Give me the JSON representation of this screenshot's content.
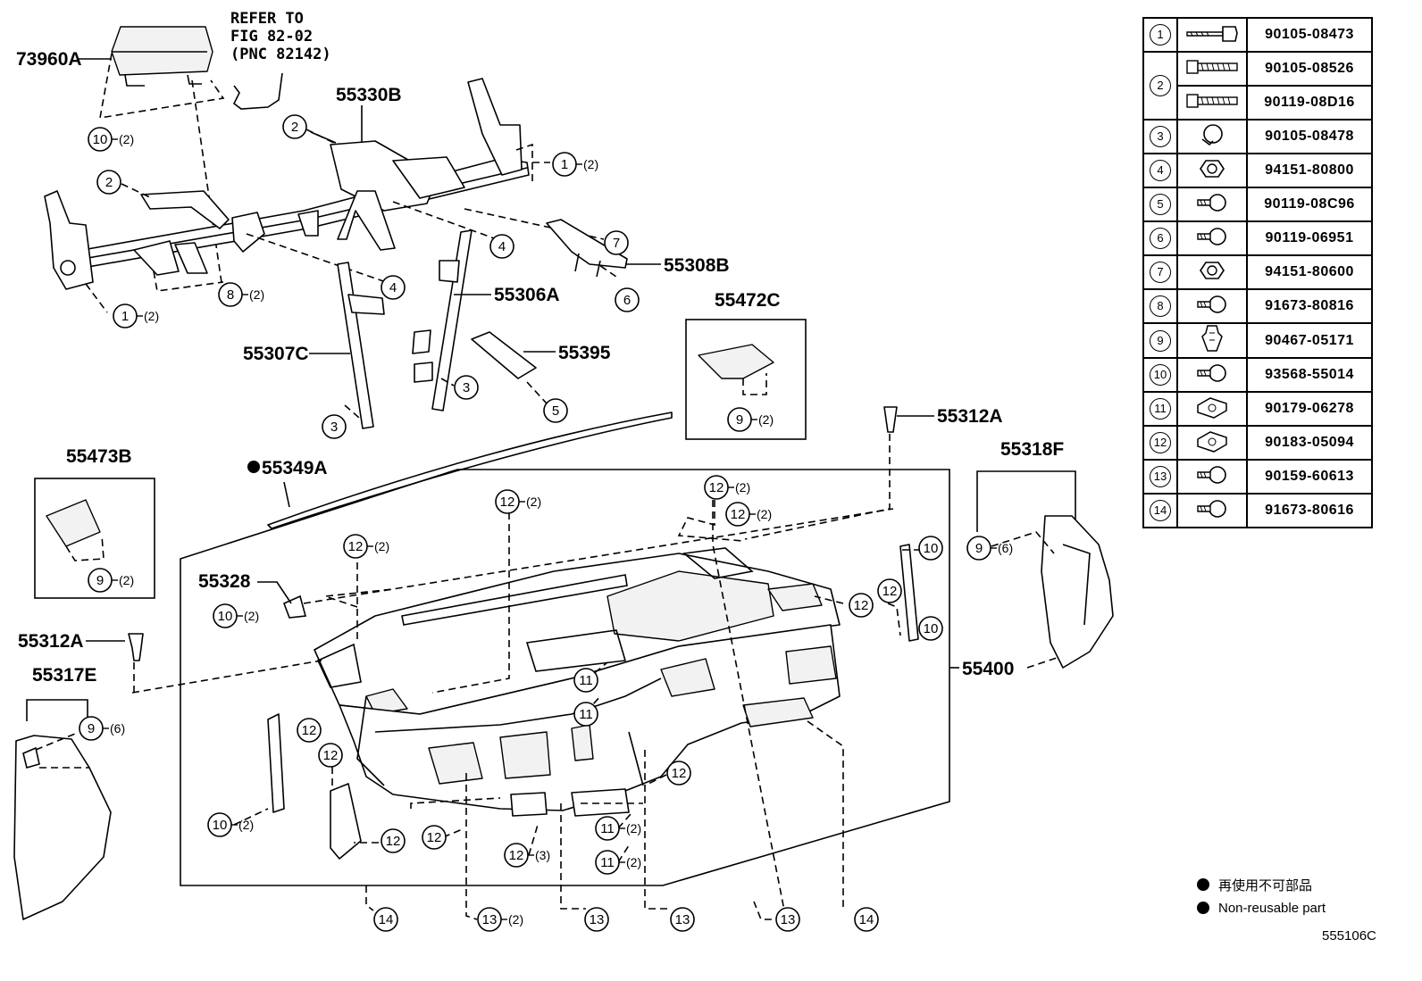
{
  "diagram": {
    "figure_code": "555106C",
    "refer_note": [
      "REFER TO",
      "FIG 82-02",
      "(PNC 82142)"
    ],
    "part_labels": {
      "p73960A": "73960A",
      "p55330B": "55330B",
      "p55308B": "55308B",
      "p55472C": "55472C",
      "p55306A": "55306A",
      "p55395": "55395",
      "p55307C": "55307C",
      "p55312A_top": "55312A",
      "p55318F": "55318F",
      "p55473B": "55473B",
      "p55349A": "55349A",
      "p55328": "55328",
      "p55312A_left": "55312A",
      "p55317E": "55317E",
      "p55400": "55400"
    },
    "quantities": {
      "q2": "(2)",
      "q3": "(3)",
      "q6": "(6)"
    }
  },
  "fastener_table": [
    {
      "num": "1",
      "icon": "bolt-icon",
      "codes": [
        "90105-08473"
      ]
    },
    {
      "num": "2",
      "icon": "stud-bolt-icon",
      "codes": [
        "90105-08526",
        "90119-08D16"
      ]
    },
    {
      "num": "3",
      "icon": "flange-bolt-icon",
      "codes": [
        "90105-08478"
      ]
    },
    {
      "num": "4",
      "icon": "nut-icon",
      "codes": [
        "94151-80800"
      ]
    },
    {
      "num": "5",
      "icon": "screw-icon",
      "codes": [
        "90119-08C96"
      ]
    },
    {
      "num": "6",
      "icon": "screw-icon",
      "codes": [
        "90119-06951"
      ]
    },
    {
      "num": "7",
      "icon": "nut-icon",
      "codes": [
        "94151-80600"
      ]
    },
    {
      "num": "8",
      "icon": "screw-icon",
      "codes": [
        "91673-80816"
      ]
    },
    {
      "num": "9",
      "icon": "clip-icon",
      "codes": [
        "90467-05171"
      ]
    },
    {
      "num": "10",
      "icon": "screw-icon",
      "codes": [
        "93568-55014"
      ]
    },
    {
      "num": "11",
      "icon": "clip-nut-icon",
      "codes": [
        "90179-06278"
      ]
    },
    {
      "num": "12",
      "icon": "clip-nut-icon",
      "codes": [
        "90183-05094"
      ]
    },
    {
      "num": "13",
      "icon": "screw-icon",
      "codes": [
        "90159-60613"
      ]
    },
    {
      "num": "14",
      "icon": "screw-icon",
      "codes": [
        "91673-80616"
      ]
    }
  ],
  "legend": {
    "japanese": "再使用不可部品",
    "english": "Non-reusable part"
  }
}
